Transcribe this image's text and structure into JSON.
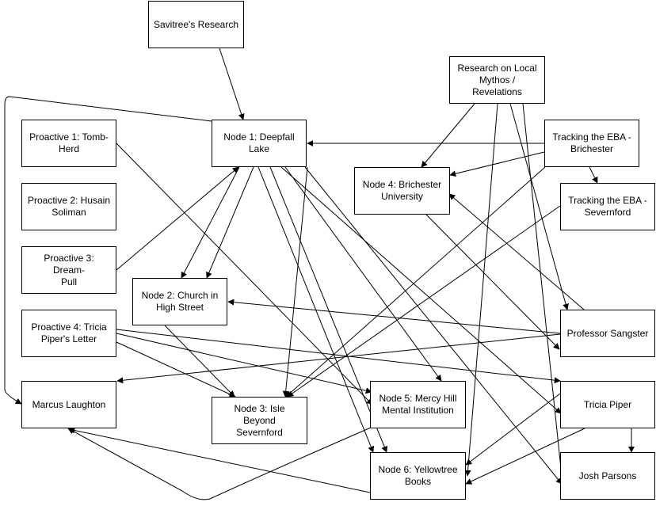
{
  "colors": {
    "stroke": "#000000",
    "fill": "#ffffff",
    "text": "#000000"
  },
  "nodes": {
    "savitree": {
      "label": "Savitree's Research"
    },
    "node1": {
      "label": "Node 1: Deepfall\nLake"
    },
    "research_mythos": {
      "label": "Research on Local\nMythos / Revelations"
    },
    "proactive1": {
      "label": "Proactive 1: Tomb-\nHerd"
    },
    "proactive2": {
      "label": "Proactive 2: Husain\nSoliman"
    },
    "proactive3": {
      "label": "Proactive 3: Dream-\nPull"
    },
    "proactive4": {
      "label": "Proactive 4: Tricia\nPiper's Letter"
    },
    "tracking_brichester": {
      "label": "Tracking the EBA -\nBrichester"
    },
    "node4": {
      "label": "Node 4: Brichester\nUniversity"
    },
    "tracking_severnford": {
      "label": "Tracking the EBA -\nSevernford"
    },
    "node2": {
      "label": "Node 2: Church in\nHigh Street"
    },
    "sangster": {
      "label": "Professor Sangster"
    },
    "marcus": {
      "label": "Marcus Laughton"
    },
    "node3": {
      "label": "Node 3: Isle Beyond\nSevernford"
    },
    "node5": {
      "label": "Node 5: Mercy Hill\nMental Institution"
    },
    "tricia": {
      "label": "Tricia Piper"
    },
    "node6": {
      "label": "Node 6: Yellowtree\nBooks"
    },
    "josh": {
      "label": "Josh Parsons"
    }
  }
}
